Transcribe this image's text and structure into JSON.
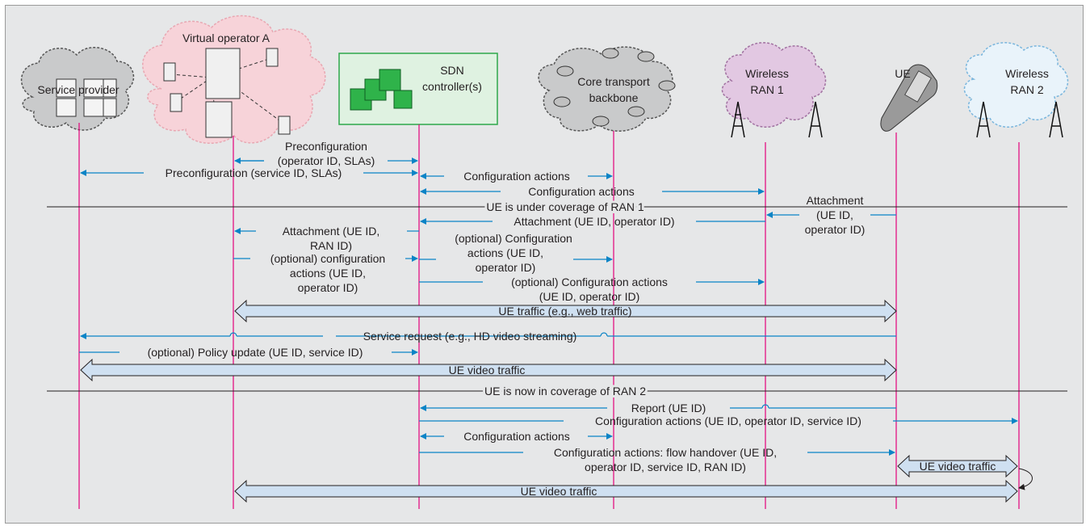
{
  "entities": {
    "service_provider": "Service provider",
    "virtual_operator": "Virtual operator A",
    "sdn_controller_1": "SDN",
    "sdn_controller_2": "controller(s)",
    "core_backbone_1": "Core transport",
    "core_backbone_2": "backbone",
    "wireless_ran1_1": "Wireless",
    "wireless_ran1_2": "RAN 1",
    "ue": "UE",
    "wireless_ran2_1": "Wireless",
    "wireless_ran2_2": "RAN 2"
  },
  "messages": {
    "preconfig_operator_1": "Preconfiguration",
    "preconfig_operator_2": "(operator ID, SLAs)",
    "preconfig_service": "Preconfiguration (service ID, SLAs)",
    "config_actions_core": "Configuration actions",
    "config_actions_ran1": "Configuration actions",
    "ue_coverage_ran1": "UE is under coverage of RAN 1",
    "attachment_ue_1": "Attachment",
    "attachment_ue_2": "(UE ID,",
    "attachment_ue_3": "operator ID)",
    "attachment_ran": "Attachment (UE ID, operator ID)",
    "attachment_vo_1": "Attachment (UE ID,",
    "attachment_vo_2": "RAN ID)",
    "opt_config_core_1": "(optional) Configuration",
    "opt_config_core_2": "actions (UE ID,",
    "opt_config_core_3": "operator ID)",
    "opt_config_vo_1": "(optional) configuration",
    "opt_config_vo_2": "actions (UE ID,",
    "opt_config_vo_3": "operator ID)",
    "opt_config_ran_1": "(optional) Configuration actions",
    "opt_config_ran_2": "(UE ID, operator ID)",
    "ue_traffic_web": "UE traffic (e.g., web traffic)",
    "service_request": "Service request (e.g., HD video streaming)",
    "policy_update": "(optional) Policy update (UE ID, service ID)",
    "ue_video_traffic_1": "UE video traffic",
    "ue_coverage_ran2": "UE is now in coverage of RAN 2",
    "report": "Report (UE ID)",
    "config_actions_ran2": "Configuration actions (UE ID, operator ID, service ID)",
    "config_actions_core_2": "Configuration actions",
    "flow_handover_1": "Configuration actions: flow handover (UE ID,",
    "flow_handover_2": "operator ID, service ID, RAN ID)",
    "ue_video_traffic_2": "UE video traffic",
    "ue_video_traffic_3": "UE video traffic"
  },
  "colors": {
    "background": "#e6e7e8",
    "lifeline": "#e2007a",
    "arrow": "#0b84c6",
    "traffic_fill": "#cfe0f1",
    "traffic_stroke": "#231f20",
    "sdn_box_fill": "#dff2e1",
    "sdn_box_stroke": "#2ea84a",
    "cloud_gray": "#c9cacb",
    "cloud_pink": "#f7d3d9",
    "cloud_purple": "#e2c8e2",
    "cloud_blue": "#e9f3fa"
  }
}
